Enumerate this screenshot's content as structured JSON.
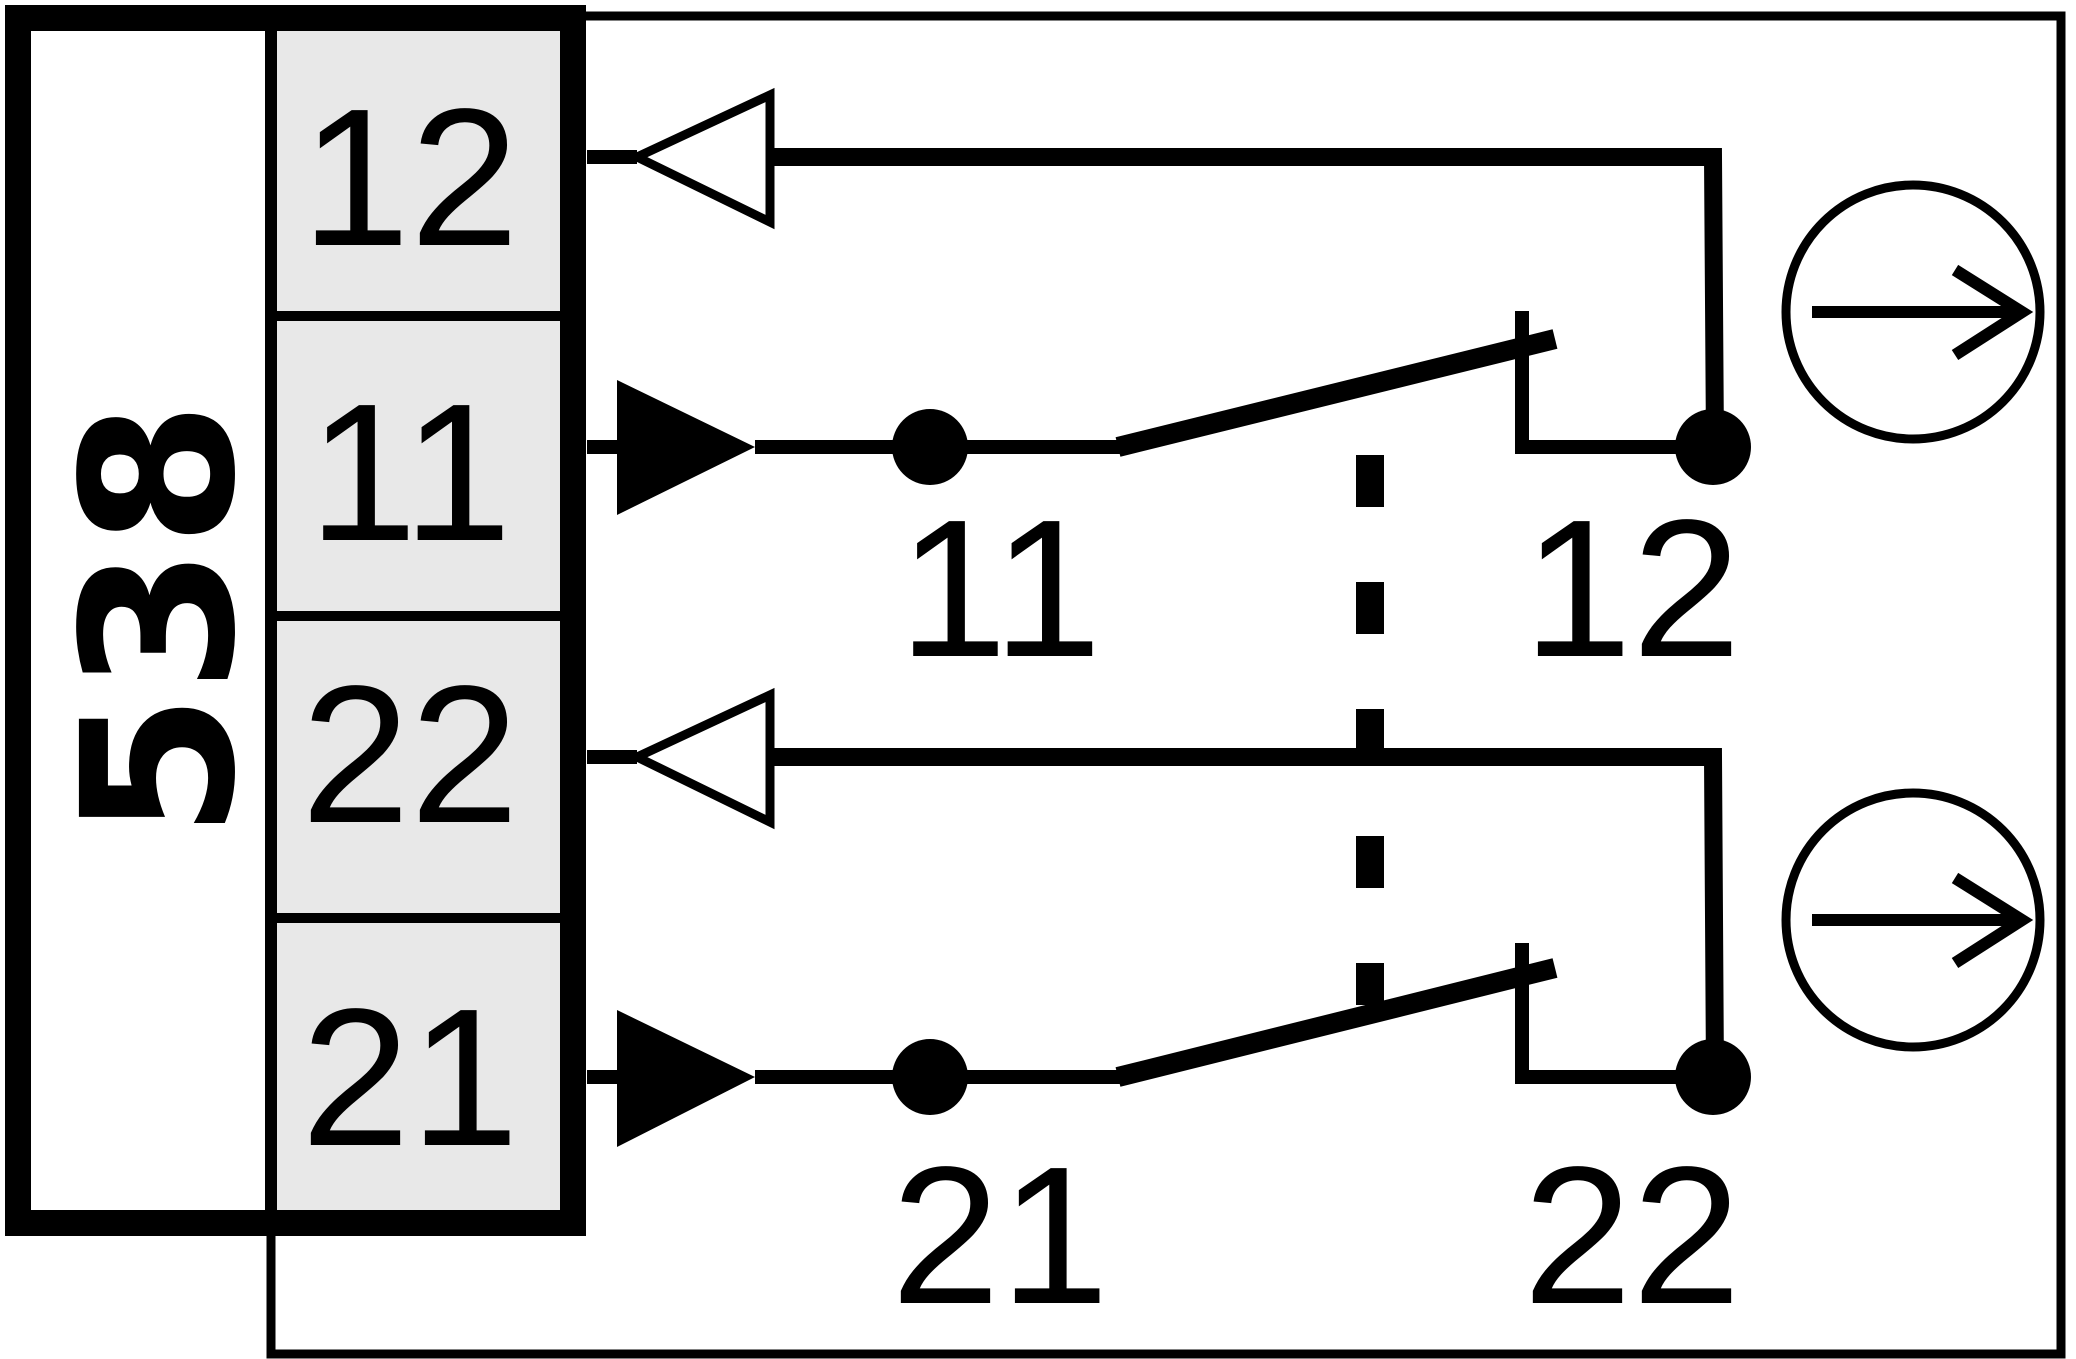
{
  "device_code": "538",
  "terminal_labels": [
    "12",
    "11",
    "22",
    "21"
  ],
  "contact_labels": {
    "contact1_in": "11",
    "contact1_out": "12",
    "contact2_in": "21",
    "contact2_out": "22"
  },
  "colors": {
    "line": "#000000",
    "terminal_fill": "#e8e8e8",
    "background": "#ffffff"
  },
  "icons": [
    "arrow-filled-icon",
    "arrow-hollow-icon",
    "direction-circle-icon"
  ]
}
